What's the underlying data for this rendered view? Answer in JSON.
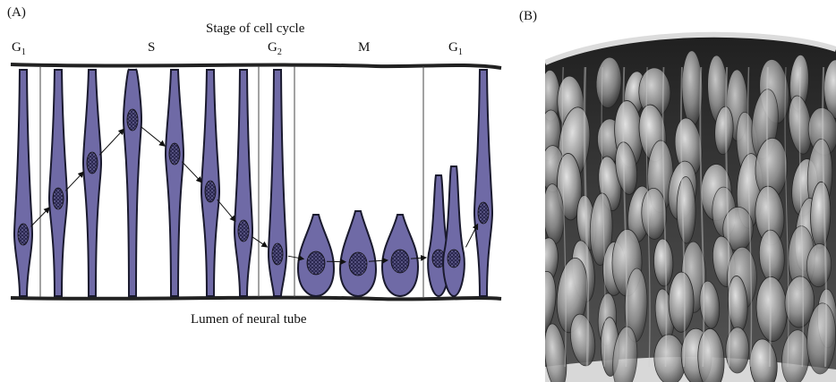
{
  "panel_a": {
    "label": "(A)",
    "top_caption": "Stage of cell cycle",
    "bottom_caption": "Lumen of neural tube",
    "stages": [
      {
        "name": "G",
        "subscript": "1"
      },
      {
        "name": "S",
        "subscript": ""
      },
      {
        "name": "G",
        "subscript": "2"
      },
      {
        "name": "M",
        "subscript": ""
      },
      {
        "name": "G",
        "subscript": "1"
      }
    ]
  },
  "panel_b": {
    "label": "(B)"
  },
  "colors": {
    "cell_fill": "#6f6aa6",
    "cell_outline": "#1a1a2e",
    "nucleus": "#2b2850",
    "membrane": "#222222",
    "photo_bg": "#2a2a2a"
  }
}
